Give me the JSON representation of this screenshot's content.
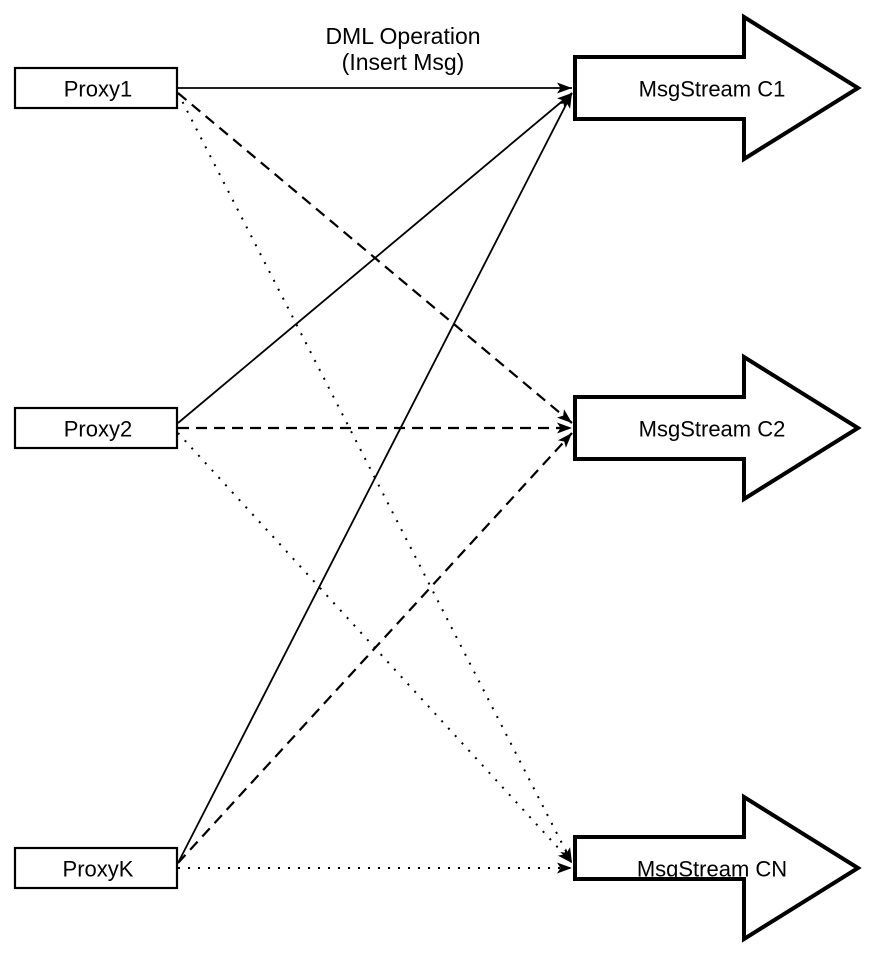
{
  "diagram": {
    "title": {
      "line1": "DML Operation",
      "line2": "(Insert Msg)"
    },
    "proxies": [
      {
        "id": "proxy1",
        "label": "Proxy1"
      },
      {
        "id": "proxy2",
        "label": "Proxy2"
      },
      {
        "id": "proxyk",
        "label": "ProxyK"
      }
    ],
    "streams": [
      {
        "id": "c1",
        "label": "MsgStream C1"
      },
      {
        "id": "c2",
        "label": "MsgStream C2"
      },
      {
        "id": "cn",
        "label": "MsgStream CN"
      }
    ],
    "edges": [
      {
        "from": "proxy1",
        "to": "c1",
        "style": "solid"
      },
      {
        "from": "proxy2",
        "to": "c1",
        "style": "solid"
      },
      {
        "from": "proxyk",
        "to": "c1",
        "style": "solid"
      },
      {
        "from": "proxy1",
        "to": "c2",
        "style": "dashed"
      },
      {
        "from": "proxy2",
        "to": "c2",
        "style": "dashed"
      },
      {
        "from": "proxyk",
        "to": "c2",
        "style": "dashed"
      },
      {
        "from": "proxy1",
        "to": "cn",
        "style": "dotted"
      },
      {
        "from": "proxy2",
        "to": "cn",
        "style": "dotted"
      },
      {
        "from": "proxyk",
        "to": "cn",
        "style": "dotted"
      }
    ],
    "colors": {
      "stroke": "#000000",
      "fill": "#ffffff",
      "background": "#ffffff"
    }
  }
}
